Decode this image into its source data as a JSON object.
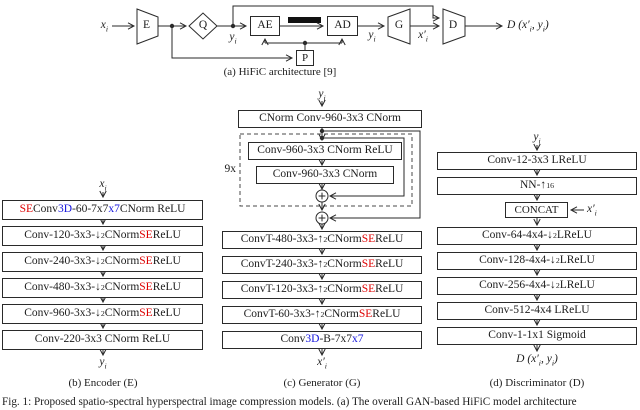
{
  "colors": {
    "red": "#dd0000",
    "blue": "#1414dd",
    "ink": "#1c1c1c"
  },
  "labels": {
    "xi": [
      {
        "t": "x"
      },
      {
        "t": "i",
        "v": "sub"
      }
    ],
    "yi": [
      {
        "t": "y"
      },
      {
        "t": "i",
        "v": "sub"
      }
    ],
    "xpi": [
      {
        "t": "x"
      },
      {
        "t": "′"
      },
      {
        "t": "i",
        "v": "sub"
      }
    ],
    "d_out": [
      {
        "t": "D"
      },
      {
        "t": " ("
      },
      {
        "t": "x"
      },
      {
        "t": "′"
      },
      {
        "t": "i",
        "v": "sub"
      },
      {
        "t": ", "
      },
      {
        "t": "y"
      },
      {
        "t": "i",
        "v": "sub"
      },
      {
        "t": ")"
      }
    ]
  },
  "top_diagram": {
    "caption": "(a) HiFiC architecture [9]",
    "nodes": {
      "E": "E",
      "Q": "Q",
      "AE": "AE",
      "AD": "AD",
      "P": "P",
      "G": "G",
      "D": "D"
    }
  },
  "encoder": {
    "caption": "(b) Encoder (E)",
    "boxes": [
      [
        {
          "t": "SE",
          "c": "red"
        },
        {
          "t": " Conv"
        },
        {
          "t": "3D",
          "c": "blue"
        },
        {
          "t": "-60-7x7"
        },
        {
          "t": "x7",
          "c": "blue"
        },
        {
          "t": " CNorm ReLU"
        }
      ],
      [
        {
          "t": "Conv-120-3x3-↓"
        },
        {
          "t": "2",
          "v": "sup"
        },
        {
          "t": " CNorm "
        },
        {
          "t": "SE",
          "c": "red"
        },
        {
          "t": " ReLU"
        }
      ],
      [
        {
          "t": "Conv-240-3x3-↓"
        },
        {
          "t": "2",
          "v": "sup"
        },
        {
          "t": " CNorm "
        },
        {
          "t": "SE",
          "c": "red"
        },
        {
          "t": " ReLU"
        }
      ],
      [
        {
          "t": "Conv-480-3x3-↓"
        },
        {
          "t": "2",
          "v": "sup"
        },
        {
          "t": " CNorm "
        },
        {
          "t": "SE",
          "c": "red"
        },
        {
          "t": " ReLU"
        }
      ],
      [
        {
          "t": "Conv-960-3x3-↓"
        },
        {
          "t": "2",
          "v": "sup"
        },
        {
          "t": " CNorm "
        },
        {
          "t": "SE",
          "c": "red"
        },
        {
          "t": " ReLU"
        }
      ],
      [
        {
          "t": "Conv-220-3x3 CNorm ReLU"
        }
      ]
    ]
  },
  "generator": {
    "caption": "(c) Generator (G)",
    "repeat_label": "9x",
    "head_box": [
      {
        "t": "CNorm Conv-960-3x3 CNorm"
      }
    ],
    "res_boxes": [
      [
        {
          "t": "Conv-960-3x3 CNorm ReLU"
        }
      ],
      [
        {
          "t": "Conv-960-3x3 CNorm"
        }
      ]
    ],
    "up_boxes": [
      [
        {
          "t": "ConvT-480-3x3-↑"
        },
        {
          "t": "2",
          "v": "sub"
        },
        {
          "t": " CNorm "
        },
        {
          "t": "SE",
          "c": "red"
        },
        {
          "t": " ReLU"
        }
      ],
      [
        {
          "t": "ConvT-240-3x3-↑"
        },
        {
          "t": "2",
          "v": "sub"
        },
        {
          "t": " CNorm "
        },
        {
          "t": "SE",
          "c": "red"
        },
        {
          "t": " ReLU"
        }
      ],
      [
        {
          "t": "ConvT-120-3x3-↑"
        },
        {
          "t": "2",
          "v": "sub"
        },
        {
          "t": " CNorm "
        },
        {
          "t": "SE",
          "c": "red"
        },
        {
          "t": " ReLU"
        }
      ],
      [
        {
          "t": "ConvT-60-3x3-↑"
        },
        {
          "t": "2",
          "v": "sub"
        },
        {
          "t": " CNorm "
        },
        {
          "t": "SE",
          "c": "red"
        },
        {
          "t": " ReLU"
        }
      ],
      [
        {
          "t": "Conv"
        },
        {
          "t": "3D",
          "c": "blue"
        },
        {
          "t": "-B-7x7"
        },
        {
          "t": "x7",
          "c": "blue"
        }
      ]
    ]
  },
  "discriminator": {
    "caption": "(d) Discriminator (D)",
    "boxes": [
      [
        {
          "t": "Conv-12-3x3 LReLU"
        }
      ],
      [
        {
          "t": "NN-↑"
        },
        {
          "t": "16",
          "v": "sub"
        }
      ],
      [
        {
          "t": "CONCAT"
        }
      ],
      [
        {
          "t": "Conv-64-4x4-↓"
        },
        {
          "t": "2",
          "v": "sup"
        },
        {
          "t": " LReLU"
        }
      ],
      [
        {
          "t": "Conv-128-4x4-↓"
        },
        {
          "t": "2",
          "v": "sup"
        },
        {
          "t": " LReLU"
        }
      ],
      [
        {
          "t": "Conv-256-4x4-↓"
        },
        {
          "t": "2",
          "v": "sup"
        },
        {
          "t": " LReLU"
        }
      ],
      [
        {
          "t": "Conv-512-4x4 LReLU"
        }
      ],
      [
        {
          "t": "Conv-1-1x1 Sigmoid"
        }
      ]
    ]
  },
  "fig_caption": "Fig. 1: Proposed spatio-spectral hyperspectral image compression models. (a) The overall GAN-based HiFiC model architecture"
}
